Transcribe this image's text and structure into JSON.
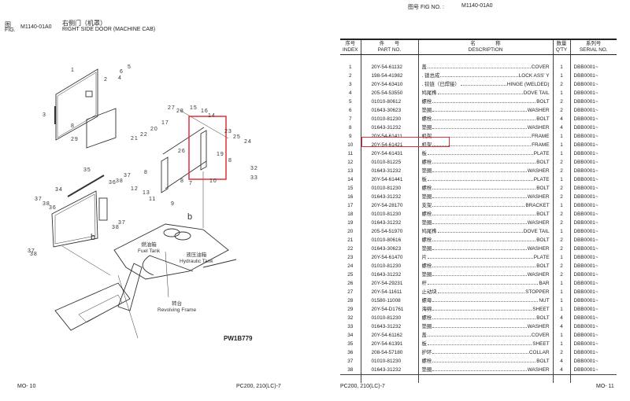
{
  "left_page": {
    "fig_label_cn": "图",
    "fig_label_en": "FIG.",
    "fig_number": "M1140-01A0",
    "title_cn": "右侧门（机罩）",
    "title_en": "RIGHT SIDE DOOR (MACHINE CAB)",
    "diagram": {
      "callouts": [
        "1",
        "2",
        "4",
        "6",
        "5",
        "3",
        "8",
        "29",
        "27",
        "28",
        "15",
        "16",
        "14",
        "17",
        "20",
        "22",
        "21",
        "26",
        "23",
        "25",
        "24",
        "19",
        "8",
        "32",
        "33",
        "10",
        "9",
        "8",
        "8",
        "7",
        "12",
        "13",
        "11",
        "35",
        "34",
        "36",
        "38",
        "37",
        "37",
        "38",
        "36",
        "37",
        "38",
        "37",
        "38",
        "b",
        "b"
      ],
      "fuel_tank_cn": "燃油箱",
      "fuel_tank_en": "Fuel Tank",
      "hydraulic_tank_cn": "液压油箱",
      "hydraulic_tank_en": "Hydraulic Tank",
      "revolving_frame_cn": "转台",
      "revolving_frame_en": "Revolving Frame",
      "drawing_code": "PW1B779"
    },
    "footer_page": "MO- 10",
    "footer_model": "PC200, 210(LC)-7"
  },
  "right_page": {
    "fig_no_label": "图号 FIG NO. :",
    "fig_no": "M1140-01A0",
    "table": {
      "headers": [
        {
          "cn": "序号",
          "en": "INDEX"
        },
        {
          "cn": "件　　号",
          "en": "PART NO."
        },
        {
          "cn": "名　　　　称",
          "en": "DESCRIPTION"
        },
        {
          "cn": "数量",
          "en": "Q'TY"
        },
        {
          "cn": "系列号",
          "en": "SERIAL NO."
        }
      ],
      "highlighted_index": "10",
      "highlight_color": "#e0303a",
      "rows": [
        {
          "index": "1",
          "part": "20Y-54-61132",
          "cn": "盖",
          "en": "COVER",
          "qty": "1",
          "serial": "DBB0001~"
        },
        {
          "index": "2",
          "part": "198-54-41982",
          "cn": ". 锁总成",
          "en": "LOCK ASS' Y",
          "qty": "1",
          "serial": "DBB0001~"
        },
        {
          "index": "3",
          "part": "20Y-54-63410",
          "cn": ". 铰链（已焊接）",
          "en": "HINGE (WELDED)",
          "qty": "2",
          "serial": "DBB0001~"
        },
        {
          "index": "4",
          "part": "205-54-53550",
          "cn": "鸠尾榫",
          "en": "DOVE TAIL",
          "qty": "1",
          "serial": "DBB0001~"
        },
        {
          "index": "5",
          "part": "01010-80612",
          "cn": "螺栓",
          "en": "BOLT",
          "qty": "2",
          "serial": "DBB0001~"
        },
        {
          "index": "6",
          "part": "01643-30623",
          "cn": "垫圈",
          "en": "WASHER",
          "qty": "2",
          "serial": "DBB0001~"
        },
        {
          "index": "7",
          "part": "01010-81230",
          "cn": "螺栓",
          "en": "BOLT",
          "qty": "4",
          "serial": "DBB0001~"
        },
        {
          "index": "8",
          "part": "01643-31232",
          "cn": "垫圈",
          "en": "WASHER",
          "qty": "4",
          "serial": "DBB0001~"
        },
        {
          "index": "9",
          "part": "20Y-54-61411",
          "cn": "机架",
          "en": "FRAME",
          "qty": "1",
          "serial": "DBB0001~"
        },
        {
          "index": "10",
          "part": "20Y-54-61421",
          "cn": "机架",
          "en": "FRAME",
          "qty": "1",
          "serial": "DBB0001~"
        },
        {
          "index": "11",
          "part": "20Y-54-61431",
          "cn": "板",
          "en": "PLATE",
          "qty": "1",
          "serial": "DBB0001~"
        },
        {
          "index": "12",
          "part": "01010-81225",
          "cn": "螺栓",
          "en": "BOLT",
          "qty": "2",
          "serial": "DBB0001~"
        },
        {
          "index": "13",
          "part": "01643-31232",
          "cn": "垫圈",
          "en": "WASHER",
          "qty": "2",
          "serial": "DBB0001~"
        },
        {
          "index": "14",
          "part": "20Y-54-61441",
          "cn": "板",
          "en": "PLATE",
          "qty": "1",
          "serial": "DBB0001~"
        },
        {
          "index": "15",
          "part": "01010-81230",
          "cn": "螺栓",
          "en": "BOLT",
          "qty": "2",
          "serial": "DBB0001~"
        },
        {
          "index": "16",
          "part": "01643-31232",
          "cn": "垫圈",
          "en": "WASHER",
          "qty": "2",
          "serial": "DBB0001~"
        },
        {
          "index": "17",
          "part": "20Y-54-28170",
          "cn": "支架",
          "en": "BRACKET",
          "qty": "1",
          "serial": "DBB0001~"
        },
        {
          "index": "18",
          "part": "01010-81230",
          "cn": "螺栓",
          "en": "BOLT",
          "qty": "2",
          "serial": "DBB0001~"
        },
        {
          "index": "19",
          "part": "01643-31232",
          "cn": "垫圈",
          "en": "WASHER",
          "qty": "2",
          "serial": "DBB0001~"
        },
        {
          "index": "20",
          "part": "205-54-51970",
          "cn": "鸠尾榫",
          "en": "DOVE TAIL",
          "qty": "1",
          "serial": "DBB0001~"
        },
        {
          "index": "21",
          "part": "01010-80616",
          "cn": "螺栓",
          "en": "BOLT",
          "qty": "2",
          "serial": "DBB0001~"
        },
        {
          "index": "22",
          "part": "01643-30623",
          "cn": "垫圈",
          "en": "WASHER",
          "qty": "2",
          "serial": "DBB0001~"
        },
        {
          "index": "23",
          "part": "20Y-54-61470",
          "cn": "片",
          "en": "PLATE",
          "qty": "1",
          "serial": "DBB0001~"
        },
        {
          "index": "24",
          "part": "01010-81230",
          "cn": "螺栓",
          "en": "BOLT",
          "qty": "2",
          "serial": "DBB0001~"
        },
        {
          "index": "25",
          "part": "01643-31232",
          "cn": "垫圈",
          "en": "WASHER",
          "qty": "2",
          "serial": "DBB0001~"
        },
        {
          "index": "26",
          "part": "20Y-54-29231",
          "cn": "杆",
          "en": "BAR",
          "qty": "1",
          "serial": "DBB0001~"
        },
        {
          "index": "27",
          "part": "20Y-54-11611",
          "cn": "止动块",
          "en": "STOPPER",
          "qty": "1",
          "serial": "DBB0001~"
        },
        {
          "index": "28",
          "part": "01580-11008",
          "cn": "螺母",
          "en": "NUT",
          "qty": "1",
          "serial": "DBB0001~"
        },
        {
          "index": "29",
          "part": "20Y-54-D1761",
          "cn": "海绵",
          "en": "SHEET",
          "qty": "1",
          "serial": "DBB0001~"
        },
        {
          "index": "32",
          "part": "01010-81230",
          "cn": "螺栓",
          "en": "BOLT",
          "qty": "4",
          "serial": "DBB0001~"
        },
        {
          "index": "33",
          "part": "01643-31232",
          "cn": "垫圈",
          "en": "WASHER",
          "qty": "4",
          "serial": "DBB0001~"
        },
        {
          "index": "34",
          "part": "20Y-54-61162",
          "cn": "盖",
          "en": "COVER",
          "qty": "1",
          "serial": "DBB0001~"
        },
        {
          "index": "35",
          "part": "20Y-54-61391",
          "cn": "板",
          "en": "SHEET",
          "qty": "1",
          "serial": "DBB0001~"
        },
        {
          "index": "36",
          "part": "208-54-57180",
          "cn": "护环",
          "en": "COLLAR",
          "qty": "2",
          "serial": "DBB0001~"
        },
        {
          "index": "37",
          "part": "01010-81230",
          "cn": "螺栓",
          "en": "BOLT",
          "qty": "4",
          "serial": "DBB0001~"
        },
        {
          "index": "38",
          "part": "01643-31232",
          "cn": "垫圈",
          "en": "WASHER",
          "qty": "4",
          "serial": "DBB0001~"
        }
      ]
    },
    "footer_model": "PC200, 210(LC)-7",
    "footer_page": "MO- 11"
  }
}
